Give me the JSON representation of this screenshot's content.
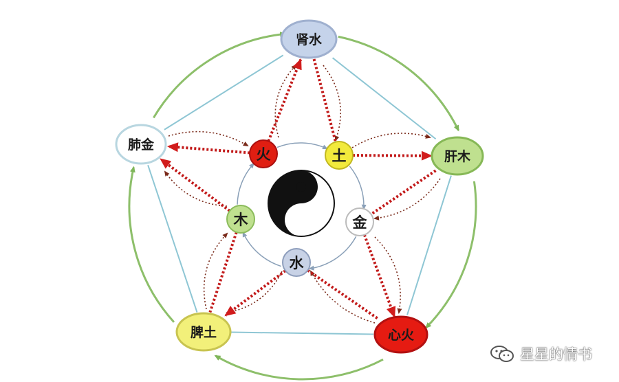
{
  "diagram": {
    "organs": [
      {
        "id": "kidney",
        "label": "肾水",
        "fill": "#c5d3ea",
        "stroke": "#9fb0cf"
      },
      {
        "id": "liver",
        "label": "肝木",
        "fill": "#bfe08f",
        "stroke": "#86b856"
      },
      {
        "id": "heart",
        "label": "心火",
        "fill": "#e51b12",
        "stroke": "#b31010"
      },
      {
        "id": "spleen",
        "label": "脾土",
        "fill": "#f2f07a",
        "stroke": "#c8c450"
      },
      {
        "id": "lung",
        "label": "肺金",
        "fill": "#ffffff",
        "stroke": "#b8d6e0"
      }
    ],
    "elements": [
      {
        "id": "fire",
        "label": "火",
        "fill": "#e01e12",
        "stroke": "#aa1010"
      },
      {
        "id": "earth",
        "label": "土",
        "fill": "#f2ea3c",
        "stroke": "#c2b820"
      },
      {
        "id": "metal",
        "label": "金",
        "fill": "#ffffff",
        "stroke": "#bbbbbb"
      },
      {
        "id": "water",
        "label": "水",
        "fill": "#c8d2e6",
        "stroke": "#8f9fbd"
      },
      {
        "id": "wood",
        "label": "木",
        "fill": "#bfe08f",
        "stroke": "#8cbc5c"
      }
    ],
    "colors": {
      "outer_circle": "#8dbf6a",
      "generating_arrow": "#7fb65a",
      "pentagon_line": "#8ec6d4",
      "controlling_arrow": "#c21a1a",
      "dotted_dark": "#7a2a1a",
      "inner_circle": "#8aa0b8"
    }
  },
  "watermark": {
    "text": "星星的情书",
    "icon": "wechat-icon"
  }
}
